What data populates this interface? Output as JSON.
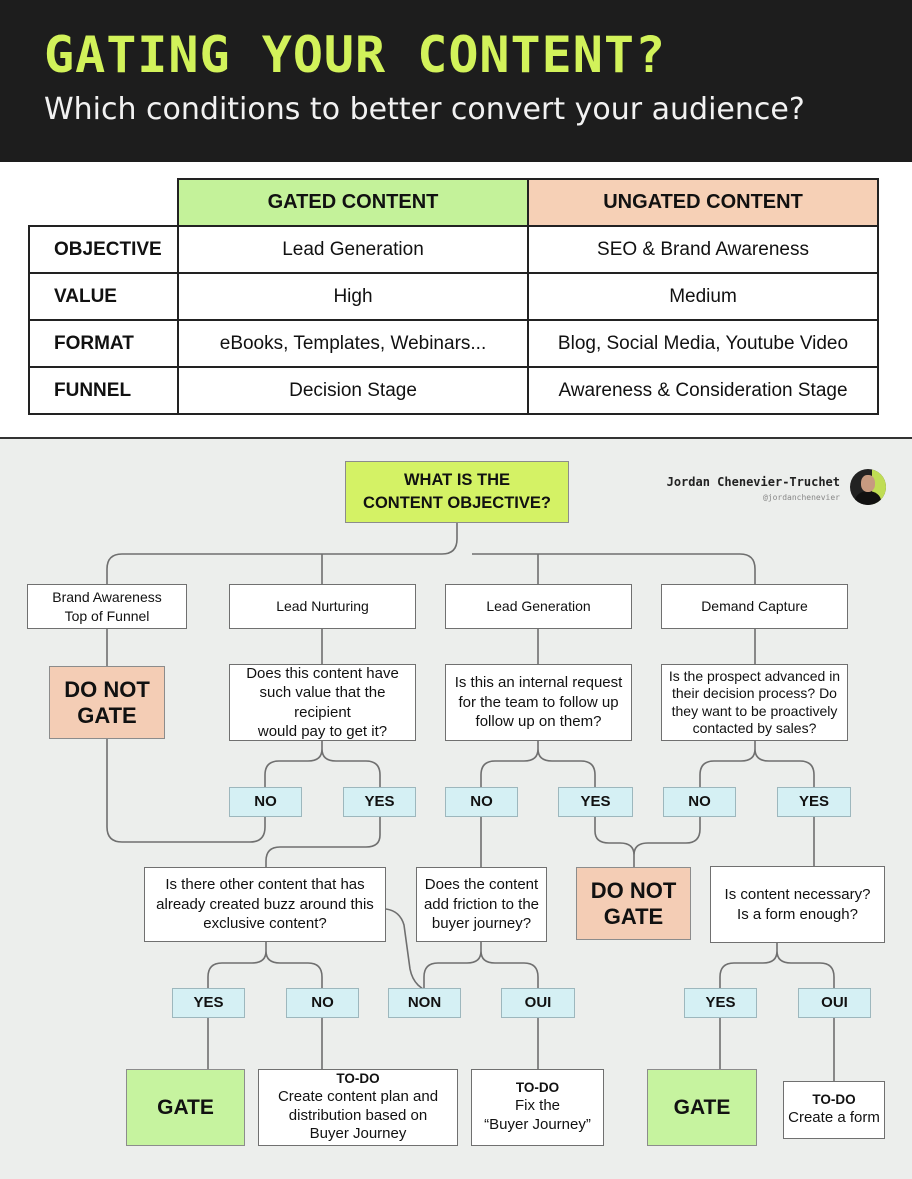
{
  "header": {
    "title": "GATING YOUR CONTENT?",
    "subtitle": "Which conditions to better convert your audience?"
  },
  "comparison": {
    "headers": [
      "GATED CONTENT",
      "UNGATED CONTENT"
    ],
    "rows": [
      {
        "label": "OBJECTIVE",
        "gated": "Lead Generation",
        "ungated": "SEO & Brand Awareness"
      },
      {
        "label": "VALUE",
        "gated": "High",
        "ungated": "Medium"
      },
      {
        "label": "FORMAT",
        "gated": "eBooks, Templates, Webinars...",
        "ungated": "Blog, Social Media, Youtube Video"
      },
      {
        "label": "FUNNEL",
        "gated": "Decision Stage",
        "ungated": "Awareness & Consideration Stage"
      }
    ]
  },
  "flow": {
    "root": [
      "WHAT IS THE",
      "CONTENT OBJECTIVE?"
    ],
    "author": {
      "name": "Jordan Chenevier-Truchet",
      "handle": "@jordanchenevier"
    },
    "objectives": {
      "brand": [
        "Brand Awareness",
        "Top of Funnel"
      ],
      "nurturing": "Lead Nurturing",
      "leadgen": "Lead Generation",
      "demand": "Demand Capture"
    },
    "questions": {
      "nurturing": [
        "Does this content have",
        "such value that the recipient",
        "would pay to get it?"
      ],
      "leadgen": [
        "Is this an internal request",
        "for the team to follow up",
        "follow up on them?"
      ],
      "demand": [
        "Is the prospect advanced in",
        "their decision process? Do",
        "they want to be proactively",
        "contacted by sales?"
      ],
      "buzz": [
        "Is there other content that has",
        "already created buzz around this",
        "exclusive content?"
      ],
      "friction": [
        "Does the content",
        "add friction to the",
        "buyer journey?"
      ],
      "form": [
        "Is content necessary?",
        "Is a form enough?"
      ]
    },
    "answers": {
      "nurturing_no": "NO",
      "nurturing_yes": "YES",
      "leadgen_no": "NO",
      "leadgen_yes": "YES",
      "demand_no": "NO",
      "demand_yes": "YES",
      "buzz_yes": "YES",
      "buzz_no": "NO",
      "friction_non": "NON",
      "friction_oui": "OUI",
      "form_yes": "YES",
      "form_oui": "OUI"
    },
    "outcomes": {
      "dng_left": [
        "DO NOT",
        "GATE"
      ],
      "dng_mid": [
        "DO NOT",
        "GATE"
      ],
      "gate_left": "GATE",
      "gate_right": "GATE",
      "todo_plan": {
        "title": "TO-DO",
        "lines": [
          "Create content plan and",
          "distribution based on",
          "Buyer Journey"
        ]
      },
      "todo_fix": {
        "title": "TO-DO",
        "lines": [
          "Fix the",
          "“Buyer Journey”"
        ]
      },
      "todo_form": {
        "title": "TO-DO",
        "lines": [
          "Create a form"
        ]
      }
    },
    "colors": {
      "lime": "#d4f265",
      "green": "#c6f39f",
      "peach": "#f4cdb5",
      "cyan": "#d5f0f4"
    }
  }
}
